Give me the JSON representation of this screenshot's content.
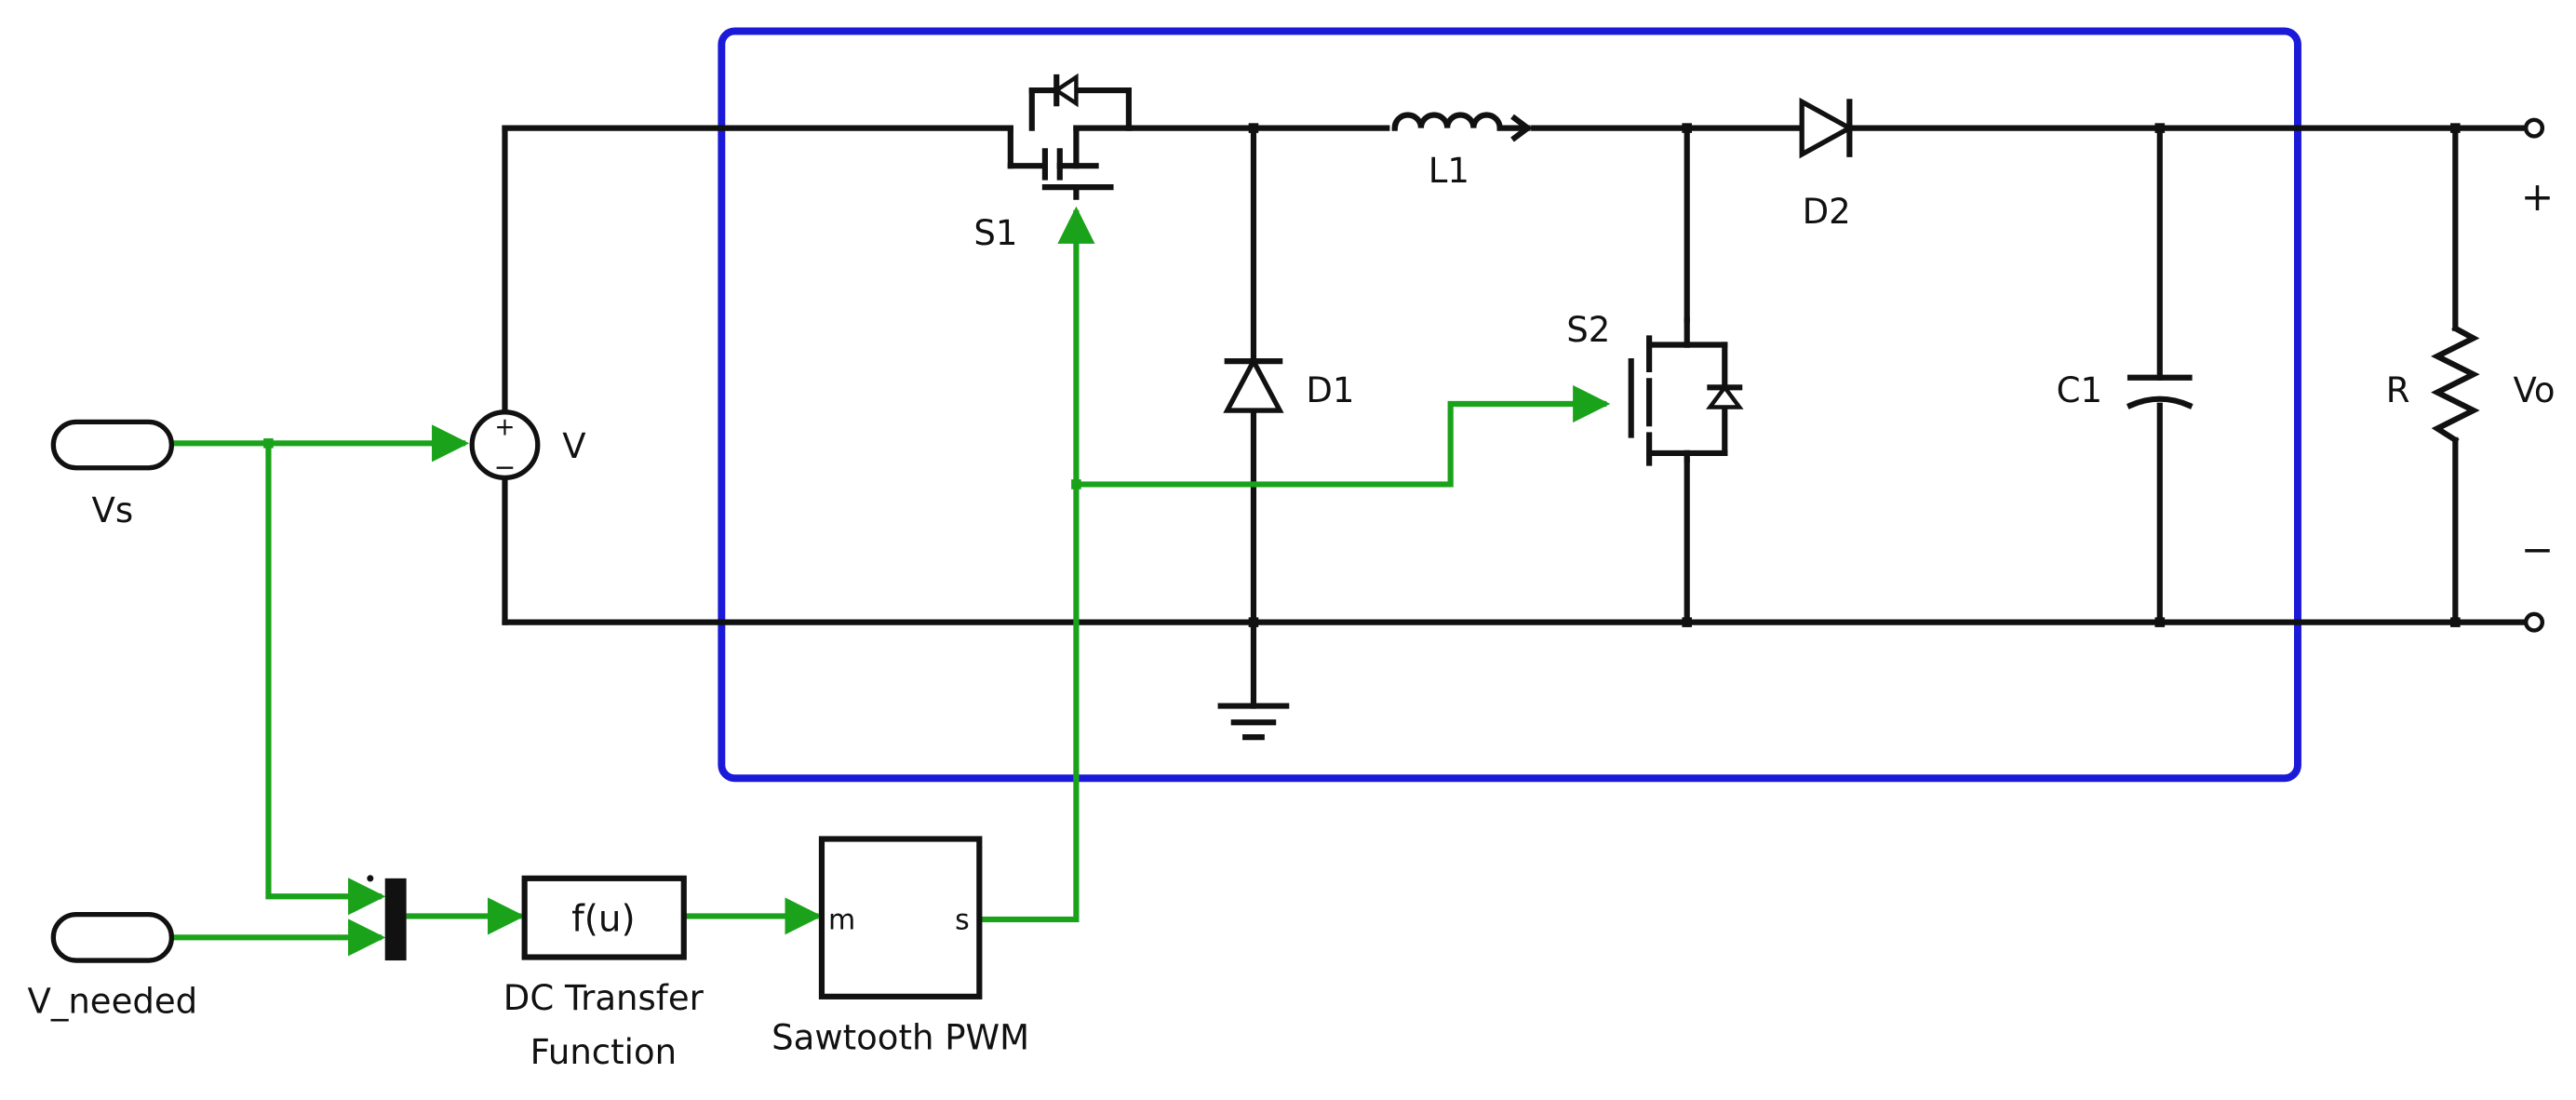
{
  "colors": {
    "wire": "#111111",
    "signal": "#1aa31a",
    "subsystem_border": "#1a1ad8",
    "background": "#ffffff"
  },
  "inputs": {
    "vs": "Vs",
    "v_needed": "V_needed"
  },
  "source": {
    "label": "V",
    "plus": "+",
    "minus": "−"
  },
  "components": {
    "s1": "S1",
    "s2": "S2",
    "l1": "L1",
    "d1": "D1",
    "d2": "D2",
    "c1": "C1",
    "r": "R"
  },
  "output": {
    "label": "Vo",
    "plus": "+",
    "minus": "−"
  },
  "blocks": {
    "fcn_text": "f(u)",
    "fcn_caption_line1": "DC Transfer",
    "fcn_caption_line2": "Function",
    "pwm_port_in": "m",
    "pwm_port_out": "s",
    "pwm_caption": "Sawtooth PWM"
  }
}
